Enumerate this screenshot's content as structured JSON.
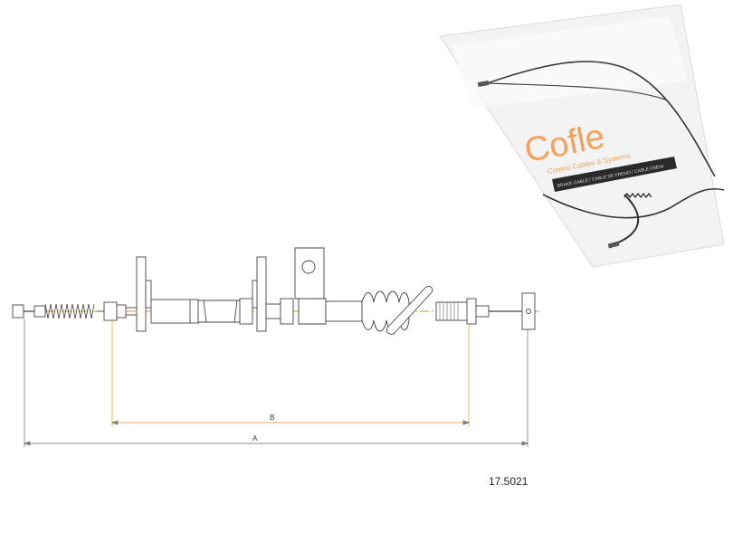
{
  "diagram": {
    "dimensions": {
      "a_label": "A",
      "b_label": "B"
    }
  },
  "part_number": "17.5021",
  "package": {
    "brand": "Cofle",
    "brand_color": "#f5a05a",
    "tagline": "Control Cables & Systems",
    "band_text": "BRAKE CABLE / CABLE DE FRENO / CABLE FREIN"
  }
}
